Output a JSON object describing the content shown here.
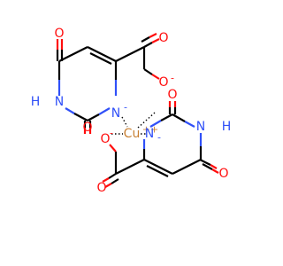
{
  "colors": {
    "carbon_bond": "#000000",
    "oxygen": "#ff0d0d",
    "nitrogen": "#3050f8",
    "copper": "#c88033",
    "background": "#ffffff"
  },
  "metal": {
    "label": "Cu",
    "charge": "++"
  },
  "ligand_top": {
    "ring_oxo_label": "O",
    "nh_label": "H",
    "nh_n_label": "N",
    "amide_oxo_label": "O",
    "anionic_n_label": "N",
    "anionic_n_charge": "-",
    "carboxyl_o_label": "O",
    "carboxyl_o_minus_label": "O",
    "carboxyl_o_minus_charge": "-"
  },
  "ligand_bottom": {
    "carboxyl_o_minus_label": "O",
    "carboxyl_o_minus_charge": "-",
    "anionic_n_label": "N",
    "anionic_n_charge": "-",
    "amide_oxo_label": "O",
    "nh_n_label": "N",
    "nh_label": "H",
    "carboxyl_o_label": "O",
    "ring_oxo_label": "O"
  }
}
